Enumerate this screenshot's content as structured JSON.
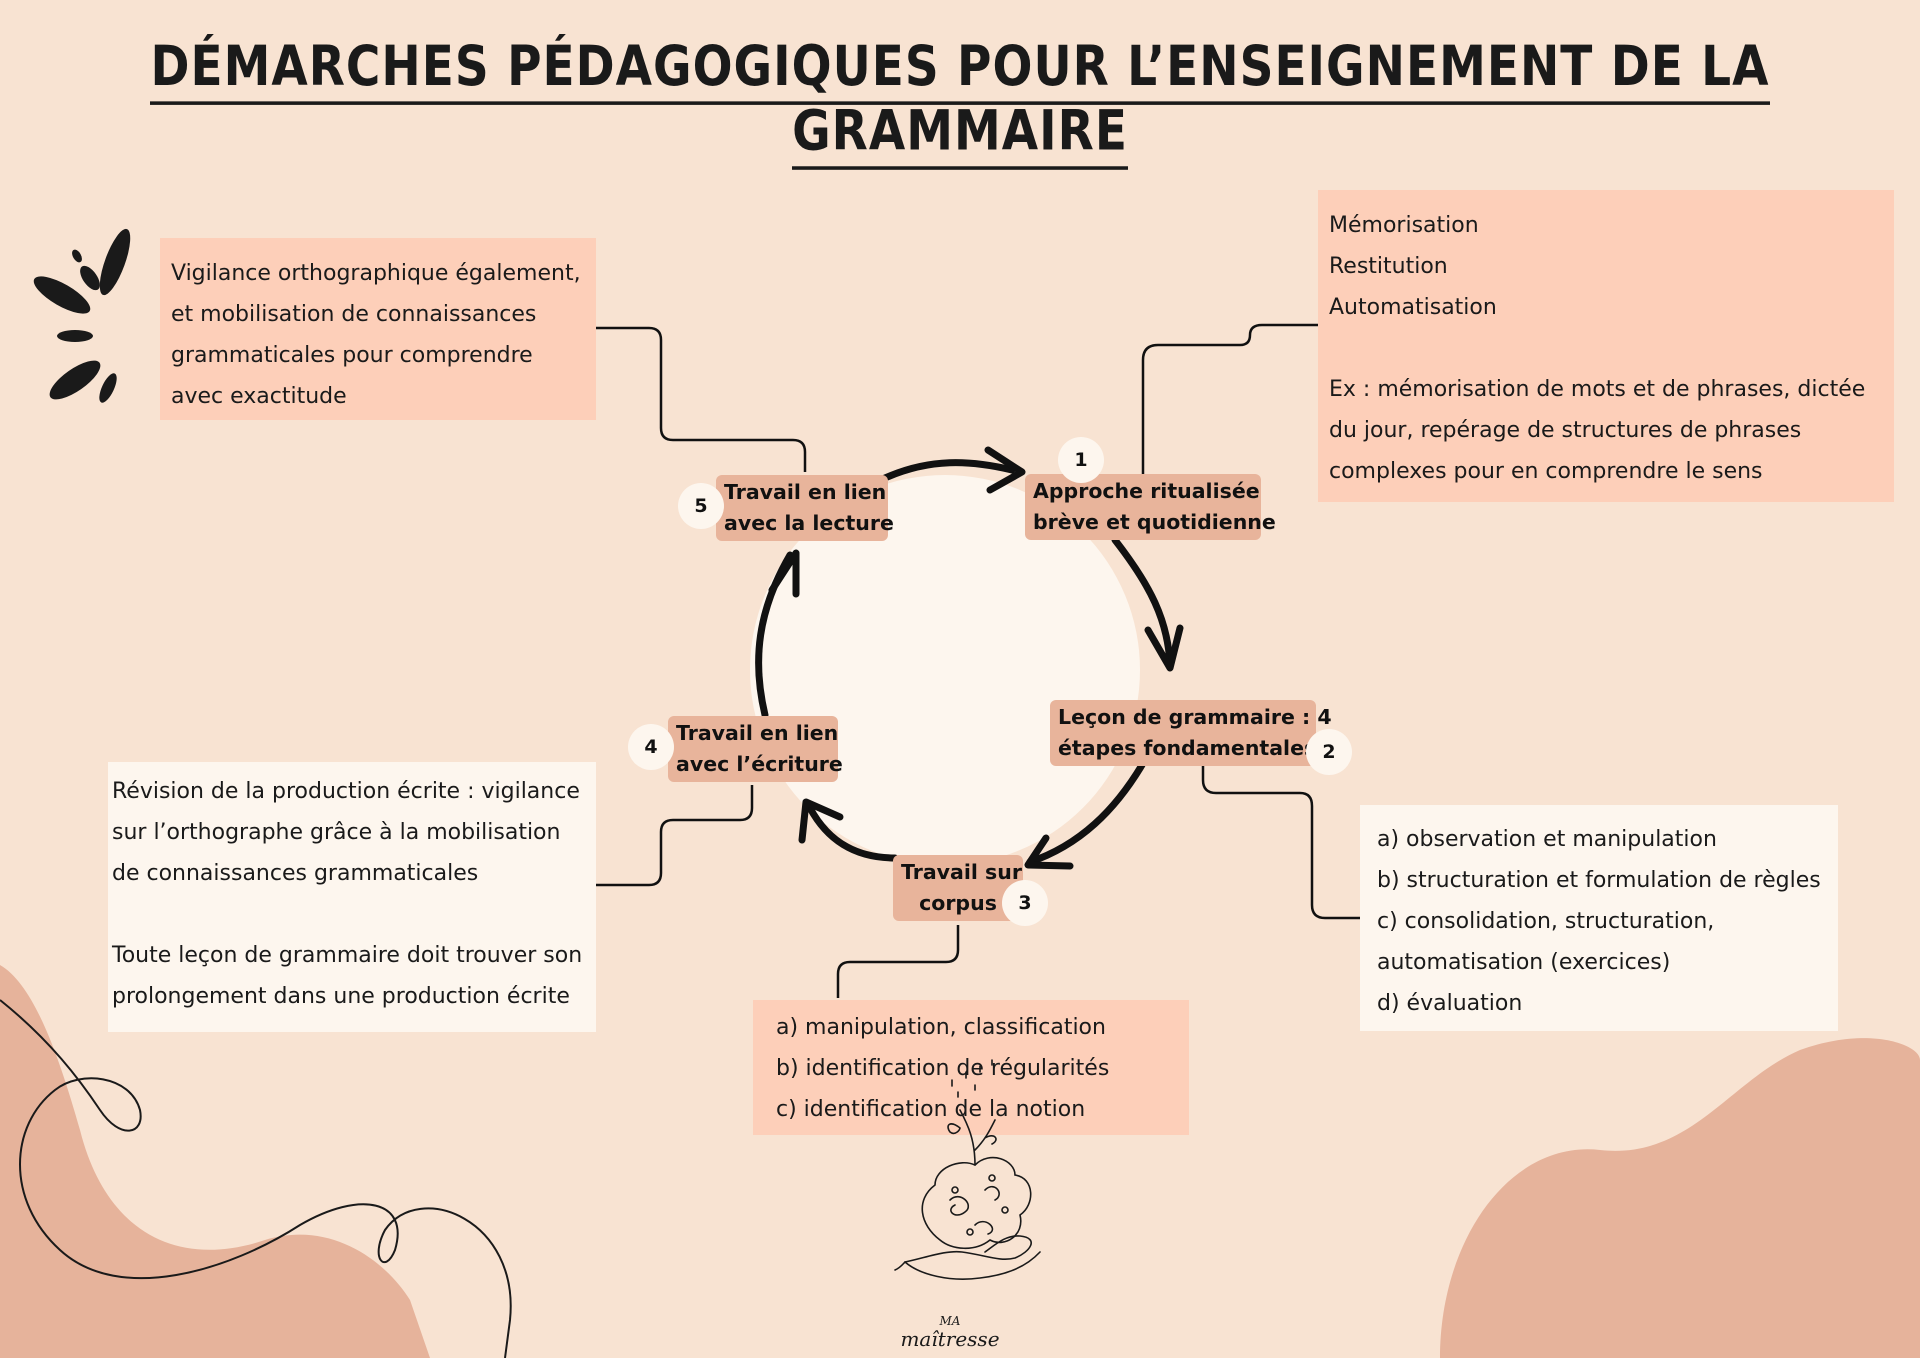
{
  "title": "DÉMARCHES PÉDAGOGIQUES POUR L’ENSEIGNEMENT DE LA GRAMMAIRE",
  "colors": {
    "background": "#f8e3d2",
    "peach_box": "#fdcfb9",
    "cream_box": "#fdf6ee",
    "step_label": "#e8b49b",
    "blob": "#e6b39b"
  },
  "steps": [
    {
      "number": "1",
      "lines": [
        "Approche ritualisée",
        "brève et quotidienne"
      ]
    },
    {
      "number": "2",
      "lines": [
        "Leçon de grammaire : 4",
        "étapes fondamentales"
      ]
    },
    {
      "number": "3",
      "lines": [
        "Travail sur",
        "corpus"
      ]
    },
    {
      "number": "4",
      "lines": [
        "Travail en lien",
        "avec l’écriture"
      ]
    },
    {
      "number": "5",
      "lines": [
        "Travail en lien",
        "avec la lecture"
      ]
    }
  ],
  "notes": {
    "step1": [
      "Mémorisation",
      "Restitution",
      "Automatisation",
      "",
      "Ex : mémorisation de mots et de phrases, dictée",
      "du jour, repérage de structures de phrases",
      "complexes pour en comprendre le sens"
    ],
    "step2": [
      "a) observation et manipulation",
      "b) structuration et formulation de règles",
      "c) consolidation, structuration,",
      "automatisation (exercices)",
      "d) évaluation"
    ],
    "step3": [
      "a) manipulation, classification",
      "b) identification de régularités",
      "c) identification de la notion"
    ],
    "step4": [
      "Révision de la production écrite : vigilance",
      "sur l’orthographe grâce à la mobilisation",
      "de connaissances grammaticales",
      "",
      "Toute leçon de grammaire doit trouver son",
      "prolongement dans une production écrite"
    ],
    "step5": [
      "Vigilance orthographique également,",
      "et mobilisation de connaissances",
      "grammaticales pour comprendre",
      "avec exactitude"
    ]
  },
  "logo": {
    "line1": "MA",
    "line2": "maîtresse"
  },
  "icons": [
    "burst-icon",
    "brain-plant-hand-logo",
    "cycle-arrow-icon"
  ]
}
